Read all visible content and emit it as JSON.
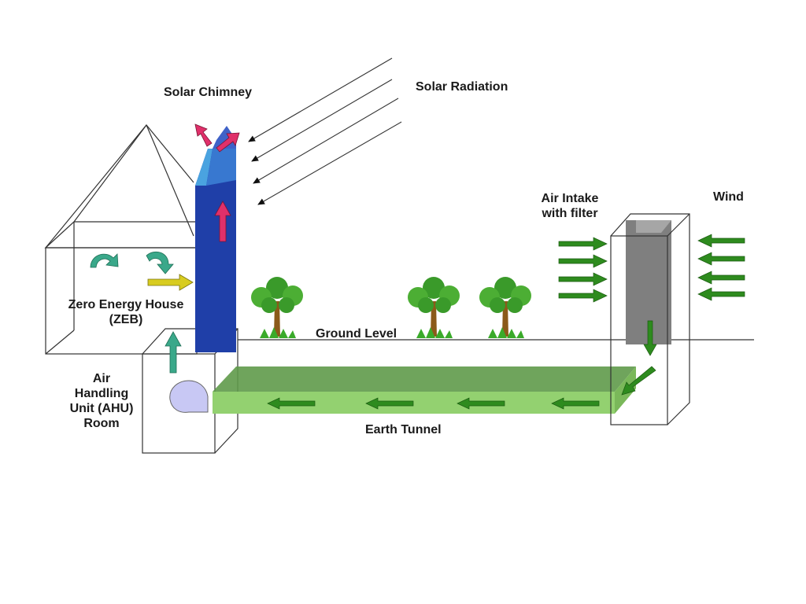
{
  "labels": {
    "solar_chimney": "Solar Chimney",
    "solar_radiation": "Solar Radiation",
    "air_intake_line1": "Air Intake",
    "air_intake_line2": "with filter",
    "wind": "Wind",
    "zero_energy_house_line1": "Zero Energy House",
    "zero_energy_house_line2": "(ZEB)",
    "ground_level": "Ground Level",
    "ahu_line1": "Air",
    "ahu_line2": "Handling",
    "ahu_line3": "Unit (AHU)",
    "ahu_line4": "Room",
    "earth_tunnel": "Earth Tunnel"
  },
  "colors": {
    "chimney_body": "#1f3fa8",
    "chimney_cap": "#3f8fd8",
    "hot_air_arrow": "#e0306a",
    "recirculation_arrow": "#3aa88a",
    "supply_arrow": "#d8cc20",
    "airflow_arrow": "#2e8b1e",
    "earth_tunnel_fill": "#8fcf6a",
    "filter_column": "#808080",
    "fan": "#c8c8f4",
    "tree_trunk": "#8b5a1a",
    "tree_foliage": "#3a9a2a"
  },
  "icons": [
    "recirculation-arrow-icon",
    "fan-icon",
    "tree-icon",
    "airflow-arrow-icon",
    "solar-ray-icon"
  ]
}
